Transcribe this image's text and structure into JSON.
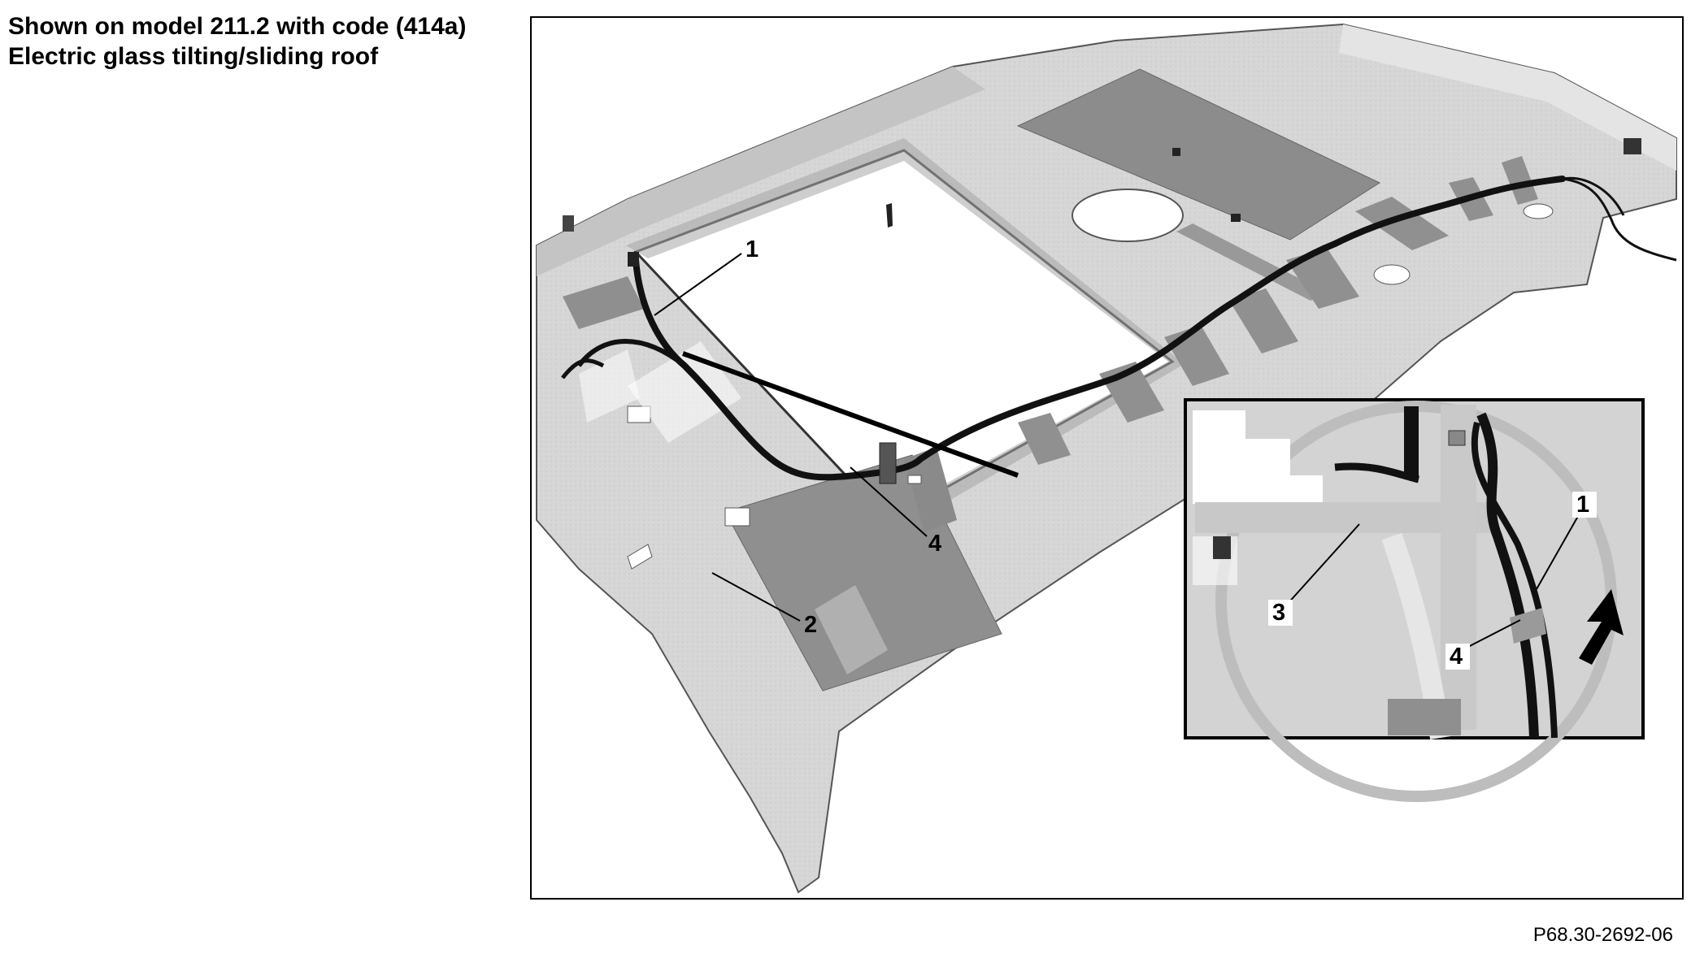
{
  "caption": {
    "line1": "Shown on model 211.2 with code (414a)",
    "line2": "Electric glass tilting/sliding roof"
  },
  "figure": {
    "callouts": {
      "main_1": "1",
      "main_2": "2",
      "main_4": "4",
      "inset_1": "1",
      "inset_3": "3",
      "inset_4": "4"
    },
    "reference_code": "P68.30-2692-06"
  },
  "colors": {
    "panel": "#d9d9d9",
    "panel_dark": "#b3b3b3",
    "tape": "#8c8c8c",
    "cable": "#111111"
  }
}
